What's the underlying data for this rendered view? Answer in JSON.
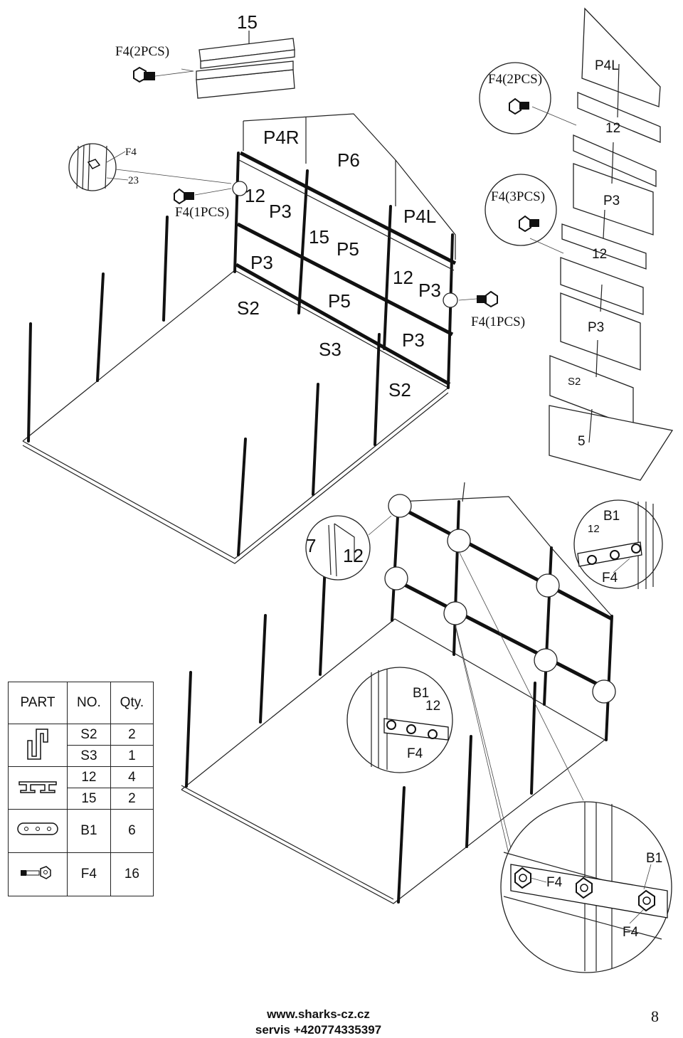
{
  "callouts": {
    "top_beam": "15",
    "f4_2pcs_top": "F4(2PCS)",
    "f4_circle_label": "F4",
    "num_23": "23",
    "f4_1pcs_left": "F4(1PCS)",
    "f4_1pcs_right": "F4(1PCS)",
    "p4r": "P4R",
    "p6": "P6",
    "p4l": "P4L",
    "p4l_exploded": "P4L",
    "f4_2pcs_right": "F4(2PCS)",
    "f4_3pcs_right": "F4(3PCS)",
    "p3": "P3",
    "p5": "P5",
    "s2": "S2",
    "s3": "S3",
    "n12": "12",
    "n15": "15",
    "n7": "7",
    "n5": "5",
    "b1": "B1",
    "f4": "F4"
  },
  "parts_table": {
    "headers": [
      "PART",
      "NO.",
      "Qty."
    ],
    "rows": [
      {
        "no": "S2",
        "qty": "2",
        "icon": "channel-profile-icon"
      },
      {
        "no": "S3",
        "qty": "1",
        "icon": "channel-profile-icon"
      },
      {
        "no": "12",
        "qty": "4",
        "icon": "h-profile-icon"
      },
      {
        "no": "15",
        "qty": "2",
        "icon": "h-profile-icon"
      },
      {
        "no": "B1",
        "qty": "6",
        "icon": "bracket-plate-icon"
      },
      {
        "no": "F4",
        "qty": "16",
        "icon": "bolt-nut-icon"
      }
    ]
  },
  "footer": {
    "website": "www.sharks-cz.cz",
    "service": "servis +420774335397"
  },
  "page_number": "8"
}
